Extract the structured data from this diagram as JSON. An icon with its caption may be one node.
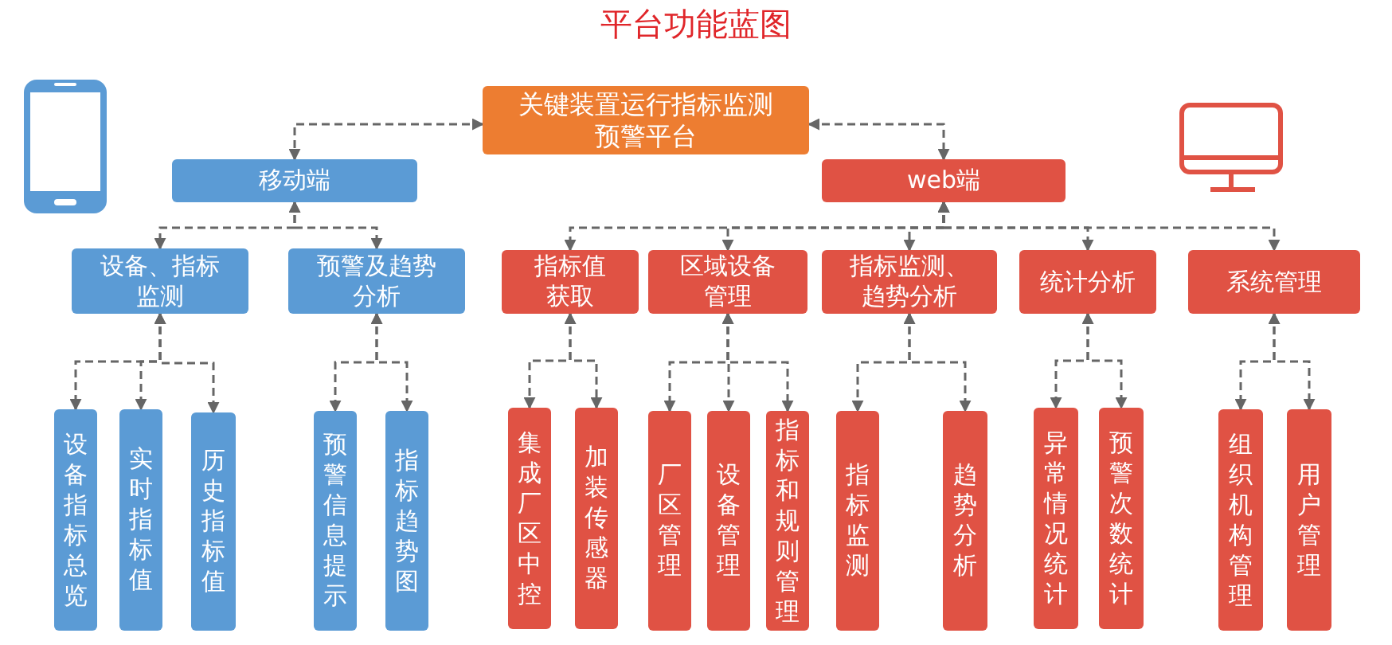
{
  "diagram": {
    "title": "平台功能蓝图",
    "nodes": [
      {
        "text": [
          "关键装置运行指标监测预警平台"
        ]
      },
      {
        "text": [
          "移动端"
        ]
      },
      {
        "text": [
          "web端"
        ]
      },
      {
        "text": [
          "设备、指标监测"
        ]
      },
      {
        "text": [
          "预警及趋势分析"
        ]
      },
      {
        "text": [
          "指标值获取"
        ]
      },
      {
        "text": [
          "区域设备管理"
        ]
      },
      {
        "text": [
          "指标监测、趋势分析"
        ]
      },
      {
        "text": [
          "统计分析"
        ]
      },
      {
        "text": [
          "系统管理"
        ]
      },
      {
        "text": [
          "设备指标总览"
        ]
      },
      {
        "text": [
          "实时指标值"
        ]
      },
      {
        "text": [
          "历史指标值"
        ]
      },
      {
        "text": [
          "预警信息提示"
        ]
      },
      {
        "text": [
          "指标趋势图"
        ]
      },
      {
        "text": [
          "集成厂区中控"
        ]
      },
      {
        "text": [
          "加装传感器"
        ]
      },
      {
        "text": [
          "厂区管理"
        ]
      },
      {
        "text": [
          "设备管理"
        ]
      },
      {
        "text": [
          "指标和规则管理"
        ]
      },
      {
        "text": [
          "指标监测"
        ]
      },
      {
        "text": [
          "趋势分析"
        ]
      },
      {
        "text": [
          "异常情况统计"
        ]
      },
      {
        "text": [
          "预警次数统计"
        ]
      },
      {
        "text": [
          "组织机构管理"
        ]
      },
      {
        "text": [
          "用户管理"
        ]
      }
    ],
    "edges": [
      {
        "from": 0,
        "to": 1,
        "arrow": "both"
      },
      {
        "from": 0,
        "to": 2,
        "arrow": "both"
      },
      {
        "from": 1,
        "to": 3,
        "arrow": "both"
      },
      {
        "from": 1,
        "to": 4,
        "arrow": "both"
      },
      {
        "from": 2,
        "to": 5,
        "arrow": "both"
      },
      {
        "from": 2,
        "to": 6,
        "arrow": "both"
      },
      {
        "from": 2,
        "to": 7,
        "arrow": "both"
      },
      {
        "from": 2,
        "to": 8,
        "arrow": "both"
      },
      {
        "from": 2,
        "to": 9,
        "arrow": "both"
      },
      {
        "from": 3,
        "to": 10,
        "arrow": "both"
      },
      {
        "from": 3,
        "to": 11,
        "arrow": "both"
      },
      {
        "from": 3,
        "to": 12,
        "arrow": "both"
      },
      {
        "from": 4,
        "to": 13,
        "arrow": "both"
      },
      {
        "from": 4,
        "to": 14,
        "arrow": "both"
      },
      {
        "from": 5,
        "to": 15,
        "arrow": "both"
      },
      {
        "from": 5,
        "to": 16,
        "arrow": "both"
      },
      {
        "from": 6,
        "to": 17,
        "arrow": "both"
      },
      {
        "from": 6,
        "to": 18,
        "arrow": "both"
      },
      {
        "from": 6,
        "to": 19,
        "arrow": "both"
      },
      {
        "from": 7,
        "to": 20,
        "arrow": "both"
      },
      {
        "from": 7,
        "to": 21,
        "arrow": "both"
      },
      {
        "from": 8,
        "to": 22,
        "arrow": "both"
      },
      {
        "from": 8,
        "to": 23,
        "arrow": "both"
      },
      {
        "from": 9,
        "to": 24,
        "arrow": "both"
      },
      {
        "from": 9,
        "to": 25,
        "arrow": "both"
      }
    ]
  }
}
